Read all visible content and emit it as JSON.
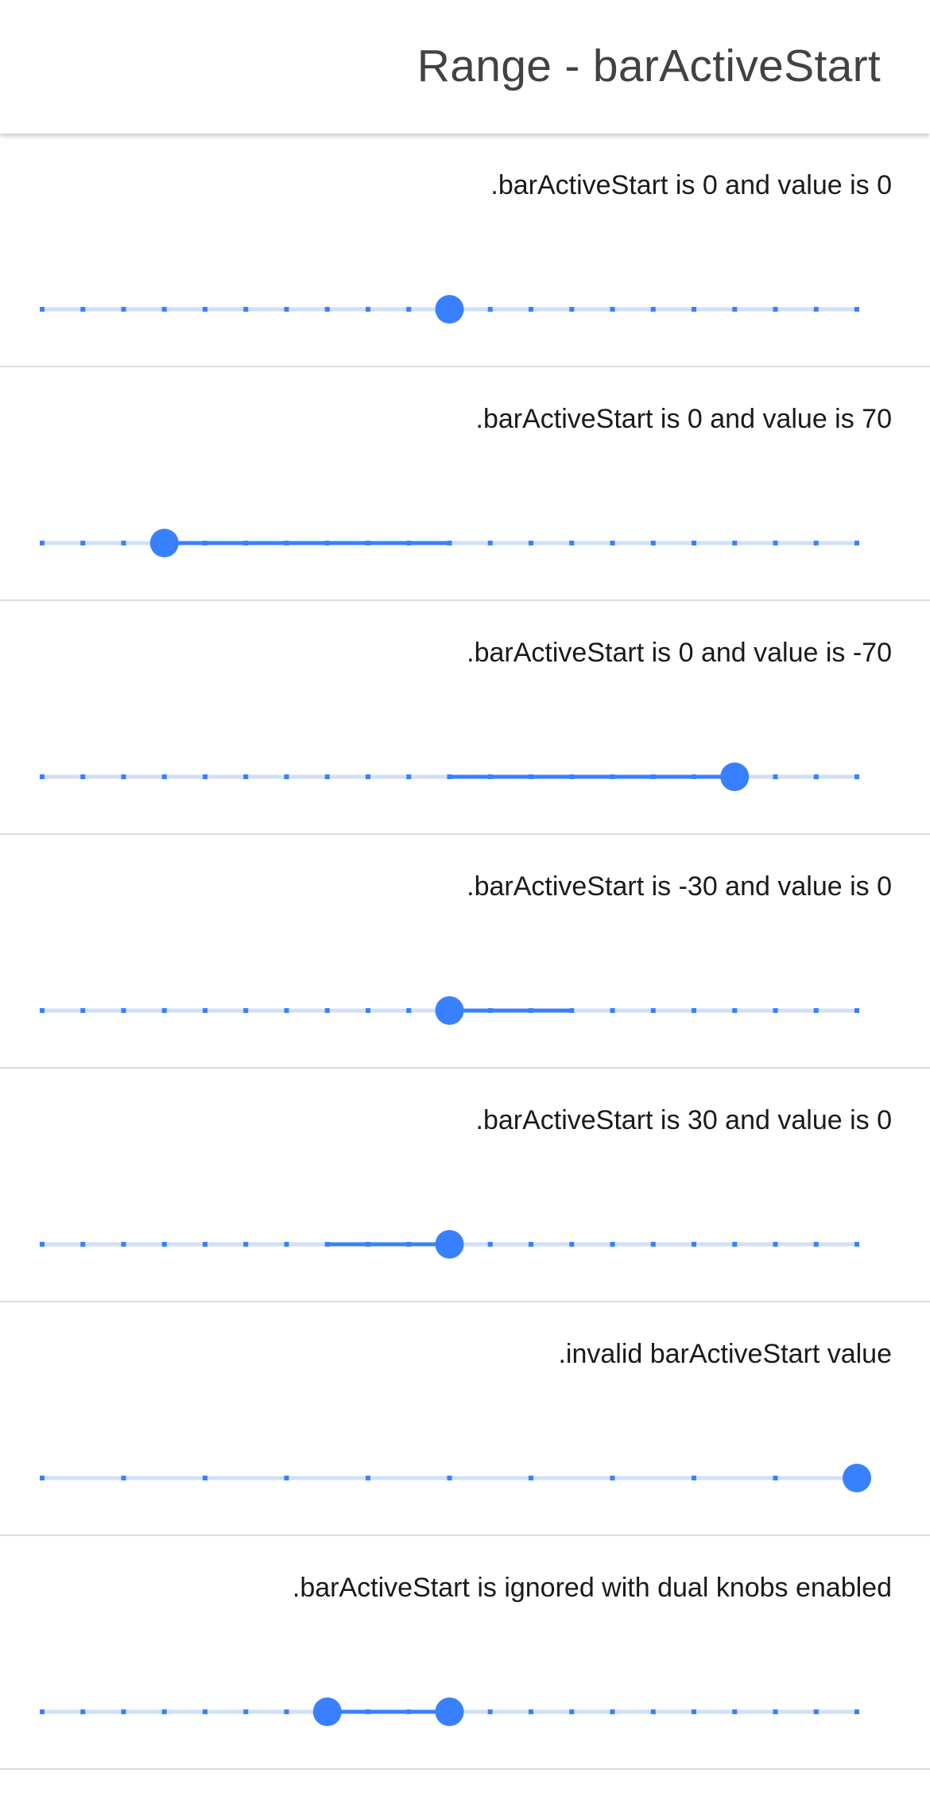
{
  "header": {
    "title": "Range - barActiveStart"
  },
  "colors": {
    "accent": "#3880ff",
    "track": "#cfe0f7",
    "tick": "#3880ff",
    "divider": "#dcdcdc"
  },
  "items": [
    {
      "label": ".barActiveStart is 0 and value is 0",
      "min": -100,
      "max": 100,
      "step": 10,
      "ticks": true,
      "barActiveStart": 0,
      "value": 0
    },
    {
      "label": ".barActiveStart is 0 and value is 70",
      "min": -100,
      "max": 100,
      "step": 10,
      "ticks": true,
      "barActiveStart": 0,
      "value": -70
    },
    {
      "label": ".barActiveStart is 0 and value is -70",
      "min": -100,
      "max": 100,
      "step": 10,
      "ticks": true,
      "barActiveStart": 0,
      "value": 70
    },
    {
      "label": ".barActiveStart is -30 and value is 0",
      "min": -100,
      "max": 100,
      "step": 10,
      "ticks": true,
      "barActiveStart": 30,
      "value": 0
    },
    {
      "label": ".barActiveStart is 30 and value is 0",
      "min": -100,
      "max": 100,
      "step": 10,
      "ticks": true,
      "barActiveStart": -30,
      "value": 0
    },
    {
      "label": ".invalid barActiveStart value",
      "min": 0,
      "max": 100,
      "step": 10,
      "ticks": true,
      "barActiveStart": null,
      "value": 100
    },
    {
      "label": ".barActiveStart is ignored with dual knobs enabled",
      "min": -100,
      "max": 100,
      "step": 10,
      "ticks": true,
      "dualKnobs": true,
      "lower": -30,
      "upper": 0
    }
  ]
}
